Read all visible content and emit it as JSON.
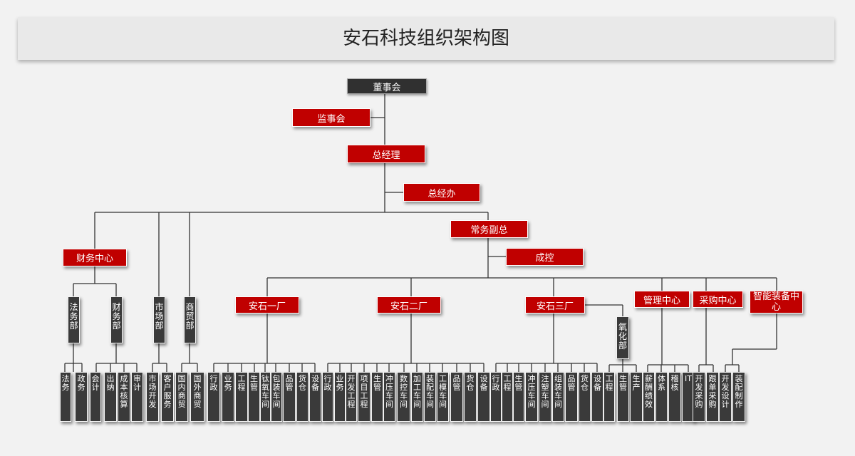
{
  "title": "安石科技组织架构图",
  "nodes": {
    "board": "董事会",
    "supervisors": "监事会",
    "gm": "总经理",
    "gm_office": "总经办",
    "evp": "常务副总",
    "cost_control": "成控",
    "finance_center": "财务中心",
    "legal_dept": "法务部",
    "finance_dept": "财务部",
    "market_dept": "市场部",
    "trade_dept": "商贸部",
    "plant1": "安石一厂",
    "plant2": "安石二厂",
    "plant3": "安石三厂",
    "oxidation_dept": "氧化部",
    "mgmt_center": "管理中心",
    "purchase_center": "采购中心",
    "smart_center": "智能装备中心"
  },
  "units": [
    {
      "key": "u1",
      "cols": [
        "法务"
      ]
    },
    {
      "key": "u2",
      "cols": [
        "政务"
      ]
    },
    {
      "key": "u3",
      "cols": [
        "会计"
      ]
    },
    {
      "key": "u4",
      "cols": [
        "出纳"
      ]
    },
    {
      "key": "u5",
      "cols": [
        "成本核算"
      ]
    },
    {
      "key": "u6",
      "cols": [
        "审计"
      ]
    },
    {
      "key": "u7",
      "cols": [
        "市场开发"
      ]
    },
    {
      "key": "u8",
      "cols": [
        "客户服务"
      ]
    },
    {
      "key": "u9",
      "cols": [
        "国内商贸"
      ]
    },
    {
      "key": "u10",
      "cols": [
        "国外商贸"
      ]
    },
    {
      "key": "u11",
      "cols": [
        "行政"
      ]
    },
    {
      "key": "u12",
      "cols": [
        "业务"
      ]
    },
    {
      "key": "u13",
      "cols": [
        "工程"
      ]
    },
    {
      "key": "u14",
      "cols": [
        "生管"
      ]
    },
    {
      "key": "u15",
      "cols": [
        "钛氧车间"
      ]
    },
    {
      "key": "u16",
      "cols": [
        "包装车间"
      ]
    },
    {
      "key": "u17",
      "cols": [
        "品管"
      ]
    },
    {
      "key": "u18",
      "cols": [
        "货仓"
      ]
    },
    {
      "key": "u19",
      "cols": [
        "设备"
      ]
    },
    {
      "key": "u20",
      "cols": [
        "行政"
      ]
    },
    {
      "key": "u21",
      "cols": [
        "业务"
      ]
    },
    {
      "key": "u22",
      "cols": [
        "开发工程"
      ]
    },
    {
      "key": "u23",
      "cols": [
        "项目工程"
      ]
    },
    {
      "key": "u24",
      "cols": [
        "生管"
      ]
    },
    {
      "key": "u25",
      "cols": [
        "冲压车间"
      ]
    },
    {
      "key": "u26",
      "cols": [
        "数控车间"
      ]
    },
    {
      "key": "u27",
      "cols": [
        "加工车间"
      ]
    },
    {
      "key": "u28",
      "cols": [
        "装配车间"
      ]
    },
    {
      "key": "u29",
      "cols": [
        "工模车间"
      ]
    },
    {
      "key": "u30",
      "cols": [
        "品管"
      ]
    },
    {
      "key": "u31",
      "cols": [
        "货仓"
      ]
    },
    {
      "key": "u32",
      "cols": [
        "设备"
      ]
    },
    {
      "key": "u33",
      "cols": [
        "行政"
      ]
    },
    {
      "key": "u34",
      "cols": [
        "工程"
      ]
    },
    {
      "key": "u35",
      "cols": [
        "生管"
      ]
    },
    {
      "key": "u36",
      "cols": [
        "冲压车间"
      ]
    },
    {
      "key": "u37",
      "cols": [
        "注塑车间"
      ]
    },
    {
      "key": "u38",
      "cols": [
        "组装车间"
      ]
    },
    {
      "key": "u39",
      "cols": [
        "品管"
      ]
    },
    {
      "key": "u40",
      "cols": [
        "货仓"
      ]
    },
    {
      "key": "u41",
      "cols": [
        "设备"
      ]
    },
    {
      "key": "u42",
      "cols": [
        "工程"
      ]
    },
    {
      "key": "u43",
      "cols": [
        "生管"
      ]
    },
    {
      "key": "u44",
      "cols": [
        "生产"
      ]
    },
    {
      "key": "u45",
      "cols": [
        "薪酬绩效"
      ]
    },
    {
      "key": "u46",
      "cols": [
        "体系"
      ]
    },
    {
      "key": "u47",
      "cols": [
        "稽核"
      ]
    },
    {
      "key": "u48",
      "cols": [
        "IT"
      ]
    },
    {
      "key": "u49",
      "cols": [
        "开发采购"
      ]
    },
    {
      "key": "u50",
      "cols": [
        "跟单采购"
      ]
    },
    {
      "key": "u51",
      "cols": [
        "开发设计"
      ]
    },
    {
      "key": "u52",
      "cols": [
        "装配制作"
      ]
    }
  ]
}
